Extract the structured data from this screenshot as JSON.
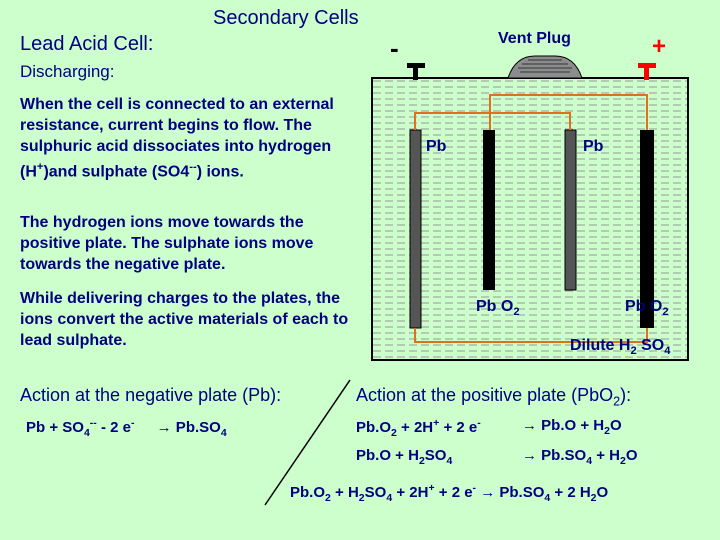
{
  "title": "Secondary Cells",
  "heading": "Lead Acid Cell:",
  "subheading": "Discharging:",
  "paragraphs": [
    "When the cell is connected to an external resistance, current begins to flow. The sulphuric acid dissociates into hydrogen (H",
    "The hydrogen ions move towards the positive plate. The sulphate ions move towards the negative plate.",
    "While delivering charges to the plates, the ions convert the active materials of each to lead sulphate."
  ],
  "para1": {
    "part1": "When the cell is connected to an external resistance, current begins to flow. The sulphuric acid dissociates into hydrogen (H",
    "plus": "+",
    "part2": ")and sulphate (SO4",
    "minus2": "--",
    "part3": ") ions."
  },
  "diagram": {
    "vent_plug": "Vent Plug",
    "negative_sign": "-",
    "positive_sign": "+",
    "pb_left": "Pb",
    "pb_right": "Pb",
    "pbo2_left": "Pb O",
    "pbo2_right": "Pb O",
    "sub2": "2",
    "electrolyte_a": "Dilute H",
    "electrolyte_b": " SO",
    "sub4": "4",
    "colors": {
      "container_border": "#000000",
      "wire": "#e07020",
      "terminal_negative": "#000000",
      "terminal_positive": "#ff0000",
      "positive_sign": "#ff0000",
      "plate_dark": "#000000",
      "plate_grey": "#555555",
      "electrolyte_lines": "#888888"
    }
  },
  "actions": {
    "negative_label": "Action at the negative plate (Pb):",
    "positive_label_a": "Action at the positive plate (PbO",
    "positive_label_b": "):"
  },
  "equations": {
    "neg": {
      "a": "Pb + SO",
      "b": "4",
      "c": "--",
      "d": " - 2 e",
      "e": "-",
      "f": "→ Pb.SO",
      "g": "4"
    },
    "pos1": {
      "a": "Pb.O",
      "b": "2",
      "c": " + 2H",
      "d": "+",
      "e": " + 2 e",
      "f": "-",
      "g": "→ Pb.O + H",
      "h": "2",
      "i": "O"
    },
    "pos2": {
      "a": "Pb.O + H",
      "b": "2",
      "c": "SO",
      "d": "4",
      "e": "→ Pb.SO",
      "f": "4",
      "g": " + H",
      "h": "2",
      "i": "O"
    },
    "total": {
      "a": "Pb.O",
      "b": "2",
      "c": " + H",
      "d": "2",
      "e": "SO",
      "f": "4",
      "g": " + 2H",
      "h": "+",
      "i": " + 2 e",
      "j": "-",
      "k": " → Pb.SO",
      "l": "4",
      "m": " + 2 H",
      "n": "2",
      "o": "O"
    }
  }
}
